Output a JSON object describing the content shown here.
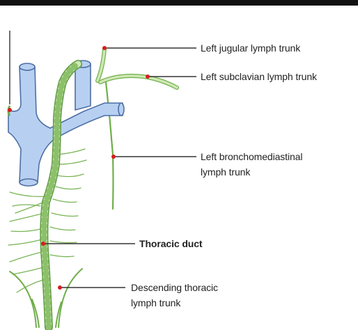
{
  "labels": {
    "left_jugular": "Left jugular lymph trunk",
    "left_subclavian": "Left subclavian lymph trunk",
    "left_bronchomediastinal_line1": "Left bronchomediastinal",
    "left_bronchomediastinal_line2": "lymph trunk",
    "thoracic_duct": "Thoracic duct",
    "descending_thoracic_line1": "Descending thoracic",
    "descending_thoracic_line2": "lymph trunk"
  },
  "colors": {
    "top_bar": "#111111",
    "vein_fill": "#b7d0f2",
    "vein_stroke": "#4d6fa3",
    "duct_fill": "#cfe8b4",
    "duct_stroke": "#5e9a41",
    "lymph_branch": "#6fae4a",
    "leader_line": "#333333",
    "leader_dot": "#d81e1e"
  }
}
